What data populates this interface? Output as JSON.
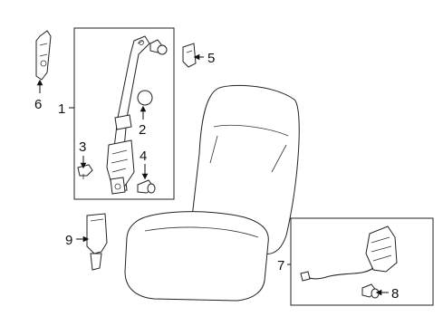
{
  "callouts": {
    "c1": "1",
    "c2": "2",
    "c3": "3",
    "c4": "4",
    "c5": "5",
    "c6": "6",
    "c7": "7",
    "c8": "8",
    "c9": "9"
  },
  "colors": {
    "line": "#222222",
    "background": "#ffffff"
  }
}
